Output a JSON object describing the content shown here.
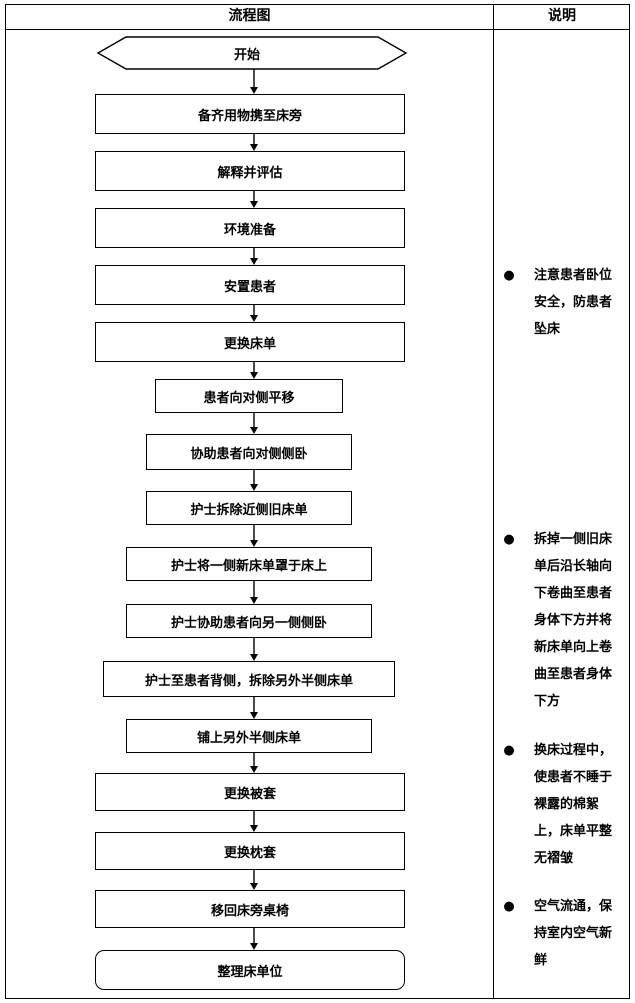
{
  "header": {
    "flow_title": "流程图",
    "note_title": "说明"
  },
  "flow": {
    "start": "开始",
    "steps": [
      "备齐用物携至床旁",
      "解释并评估",
      "环境准备",
      "安置患者",
      "更换床单",
      "患者向对侧平移",
      "协助患者向对侧侧卧",
      "护士拆除近侧旧床单",
      "护士将一侧新床单罩于床上",
      "护士协助患者向另一侧侧卧",
      "护士至患者背侧，拆除另外半侧床单",
      "铺上另外半侧床单",
      "更换被套",
      "更换枕套",
      "移回床旁桌椅"
    ],
    "end": "整理床单位"
  },
  "notes": {
    "bullet_glyph": "●",
    "items": [
      "注意患者卧位安全，防患者坠床",
      "拆掉一侧旧床单后沿长轴向下卷曲至患者身体下方并将新床单向上卷曲至患者身体下方",
      "换床过程中，使患者不睡于裸露的棉絮上，床单平整无褶皱",
      "空气流通，保持室内空气新鲜"
    ]
  }
}
